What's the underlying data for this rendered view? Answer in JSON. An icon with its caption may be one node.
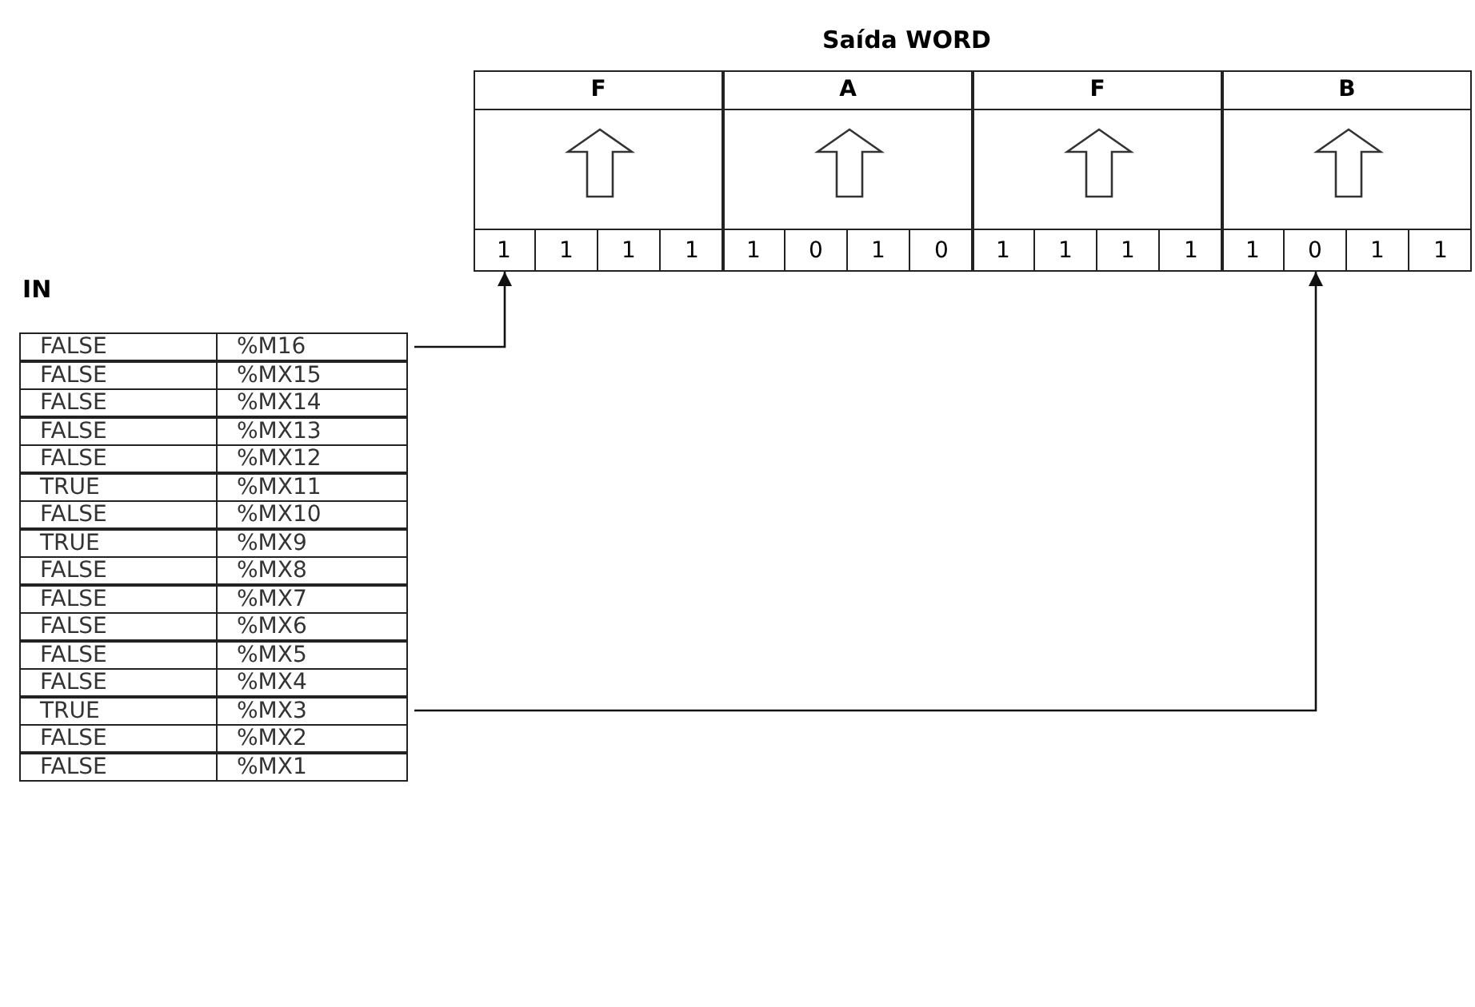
{
  "diagram": {
    "nodes": [
      {
        "text": [
          "IN"
        ]
      },
      {
        "text": [
          "FALSE",
          "%M16"
        ],
        "in": 0
      },
      {
        "text": [
          "FALSE",
          "%MX15"
        ],
        "in": 0
      },
      {
        "text": [
          "FALSE",
          "%MX14"
        ],
        "in": 0
      },
      {
        "text": [
          "FALSE",
          "%MX13"
        ],
        "in": 0
      },
      {
        "text": [
          "FALSE",
          "%MX12"
        ],
        "in": 0
      },
      {
        "text": [
          "TRUE",
          "%MX11"
        ],
        "in": 0
      },
      {
        "text": [
          "FALSE",
          "%MX10"
        ],
        "in": 0
      },
      {
        "text": [
          "TRUE",
          "%MX9"
        ],
        "in": 0
      },
      {
        "text": [
          "FALSE",
          "%MX8"
        ],
        "in": 0
      },
      {
        "text": [
          "FALSE",
          "%MX7"
        ],
        "in": 0
      },
      {
        "text": [
          "FALSE",
          "%MX6"
        ],
        "in": 0
      },
      {
        "text": [
          "FALSE",
          "%MX5"
        ],
        "in": 0
      },
      {
        "text": [
          "FALSE",
          "%MX4"
        ],
        "in": 0
      },
      {
        "text": [
          "TRUE",
          "%MX3"
        ],
        "in": 0
      },
      {
        "text": [
          "FALSE",
          "%MX2"
        ],
        "in": 0
      },
      {
        "text": [
          "FALSE",
          "%MX1"
        ],
        "in": 0
      },
      {
        "text": [
          "Saída WORD"
        ]
      },
      {
        "text": [
          "F"
        ],
        "in": 17
      },
      {
        "text": [
          "1"
        ],
        "in": 18
      },
      {
        "text": [
          "1"
        ],
        "in": 18
      },
      {
        "text": [
          "1"
        ],
        "in": 18
      },
      {
        "text": [
          "1"
        ],
        "in": 18
      },
      {
        "text": [
          "A"
        ],
        "in": 17
      },
      {
        "text": [
          "1"
        ],
        "in": 23
      },
      {
        "text": [
          "0"
        ],
        "in": 23
      },
      {
        "text": [
          "1"
        ],
        "in": 23
      },
      {
        "text": [
          "0"
        ],
        "in": 23
      },
      {
        "text": [
          "F"
        ],
        "in": 17
      },
      {
        "text": [
          "1"
        ],
        "in": 28
      },
      {
        "text": [
          "1"
        ],
        "in": 28
      },
      {
        "text": [
          "1"
        ],
        "in": 28
      },
      {
        "text": [
          "1"
        ],
        "in": 28
      },
      {
        "text": [
          "B"
        ],
        "in": 17
      },
      {
        "text": [
          "1"
        ],
        "in": 33
      },
      {
        "text": [
          "0"
        ],
        "in": 33
      },
      {
        "text": [
          "1"
        ],
        "in": 33
      },
      {
        "text": [
          "1"
        ],
        "in": 33
      }
    ],
    "edges": [
      {
        "from": 1,
        "to": 19,
        "arrow": "to"
      },
      {
        "from": 14,
        "to": 35,
        "arrow": "to"
      }
    ]
  }
}
